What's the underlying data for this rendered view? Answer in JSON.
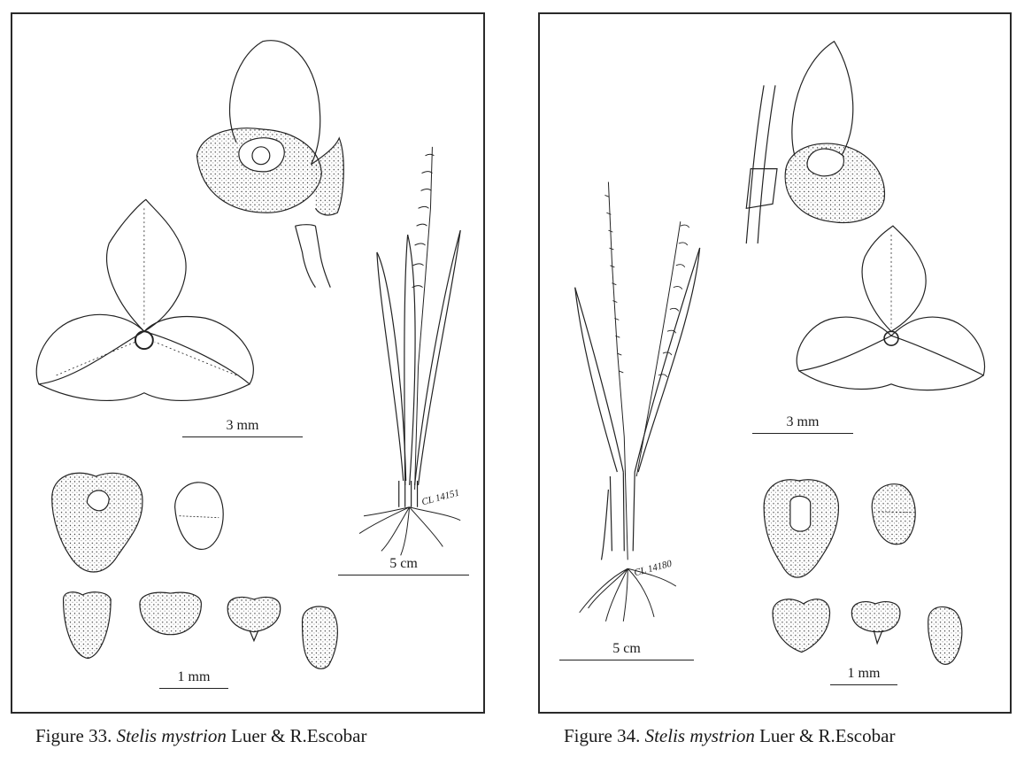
{
  "figures": [
    {
      "caption": {
        "label": "Figure 33.",
        "genus_species": "Stelis mystrion",
        "authority": "Luer & R.Escobar"
      },
      "scales": {
        "flower": "3 mm",
        "plant": "5 cm",
        "parts": "1 mm"
      },
      "annotations": {
        "collector": "CL",
        "number": "14151"
      }
    },
    {
      "caption": {
        "label": "Figure 34.",
        "genus_species": "Stelis mystrion",
        "authority": "Luer & R.Escobar"
      },
      "scales": {
        "flower": "3 mm",
        "plant": "5 cm",
        "parts": "1 mm"
      },
      "annotations": {
        "collector": "CL",
        "number": "14180"
      }
    }
  ]
}
